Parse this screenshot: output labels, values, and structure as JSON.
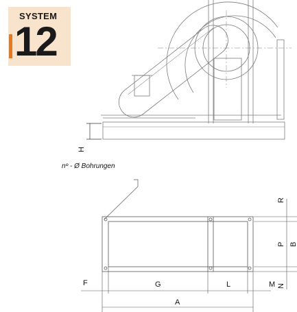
{
  "badge": {
    "top": "SYSTEM",
    "number": "12",
    "accent": "#e8781e",
    "background": "#f8e3cc"
  },
  "caption": "nº - Ø Bohrungen",
  "labels": {
    "H": "H",
    "R": "R",
    "P": "P",
    "B": "B",
    "N": "N",
    "F": "F",
    "G": "G",
    "L": "L",
    "M": "M",
    "A": "A"
  }
}
